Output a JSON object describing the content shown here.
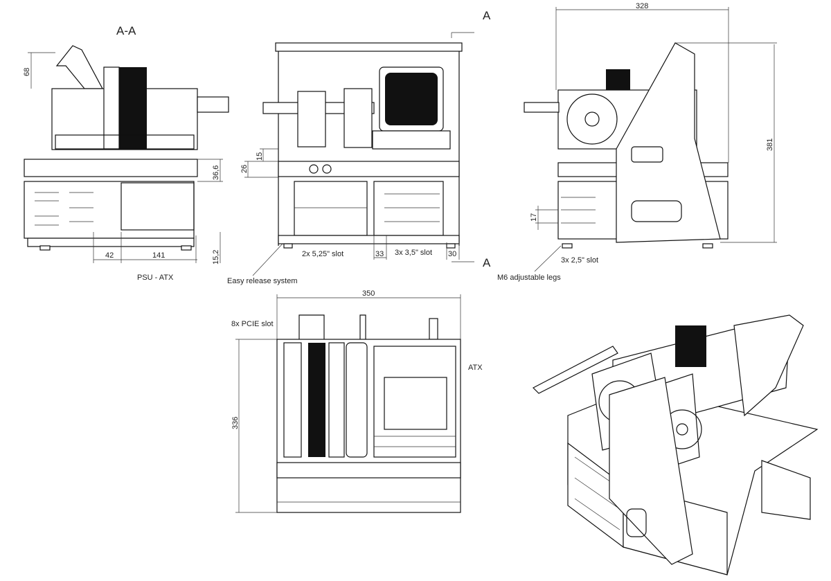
{
  "section_label": "A-A",
  "section_markers": [
    "A",
    "A"
  ],
  "views": {
    "side_psu": {
      "caption": "PSU - ATX",
      "dims": {
        "height_top": "68",
        "bar": "36,6",
        "base": "15,2",
        "offset": "42",
        "psu_length": "141"
      }
    },
    "front": {
      "dims": {
        "d15": "15",
        "d26": "26",
        "d33": "33",
        "d30": "30"
      },
      "callouts": {
        "slot525": "2x 5,25\" slot",
        "slot35": "3x 3,5\" slot",
        "release": "Easy release system"
      }
    },
    "right": {
      "dims": {
        "width": "328",
        "height": "381",
        "d17": "17"
      },
      "callouts": {
        "slot25": "3x 2,5\" slot",
        "legs": "M6 adjustable legs"
      }
    },
    "top": {
      "dims": {
        "width": "350",
        "depth": "336"
      },
      "callouts": {
        "pcie": "8x PCIE slot",
        "atx": "ATX"
      }
    }
  }
}
